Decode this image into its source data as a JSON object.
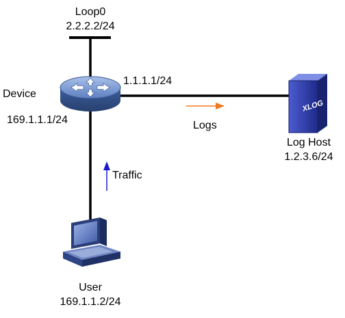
{
  "loopback": {
    "name": "Loop0",
    "address": "2.2.2.2/24"
  },
  "device": {
    "name": "Device",
    "uplink_address": "1.1.1.1/24",
    "downlink_address": "169.1.1.1/24"
  },
  "log_host": {
    "name": "Log Host",
    "address": "1.2.3.6/24",
    "logo_text": "XLOG"
  },
  "user": {
    "name": "User",
    "address": "169.1.1.2/24"
  },
  "flows": {
    "logs": "Logs",
    "traffic": "Traffic"
  },
  "colors": {
    "link": "#000000",
    "logs_arrow": "#f07820",
    "traffic_arrow": "#1a1acc",
    "device_body": "#4f6fb0",
    "server_body": "#2b3aa8"
  },
  "icons": {
    "device": "router-icon",
    "log_host": "server-icon",
    "user": "pc-icon"
  }
}
